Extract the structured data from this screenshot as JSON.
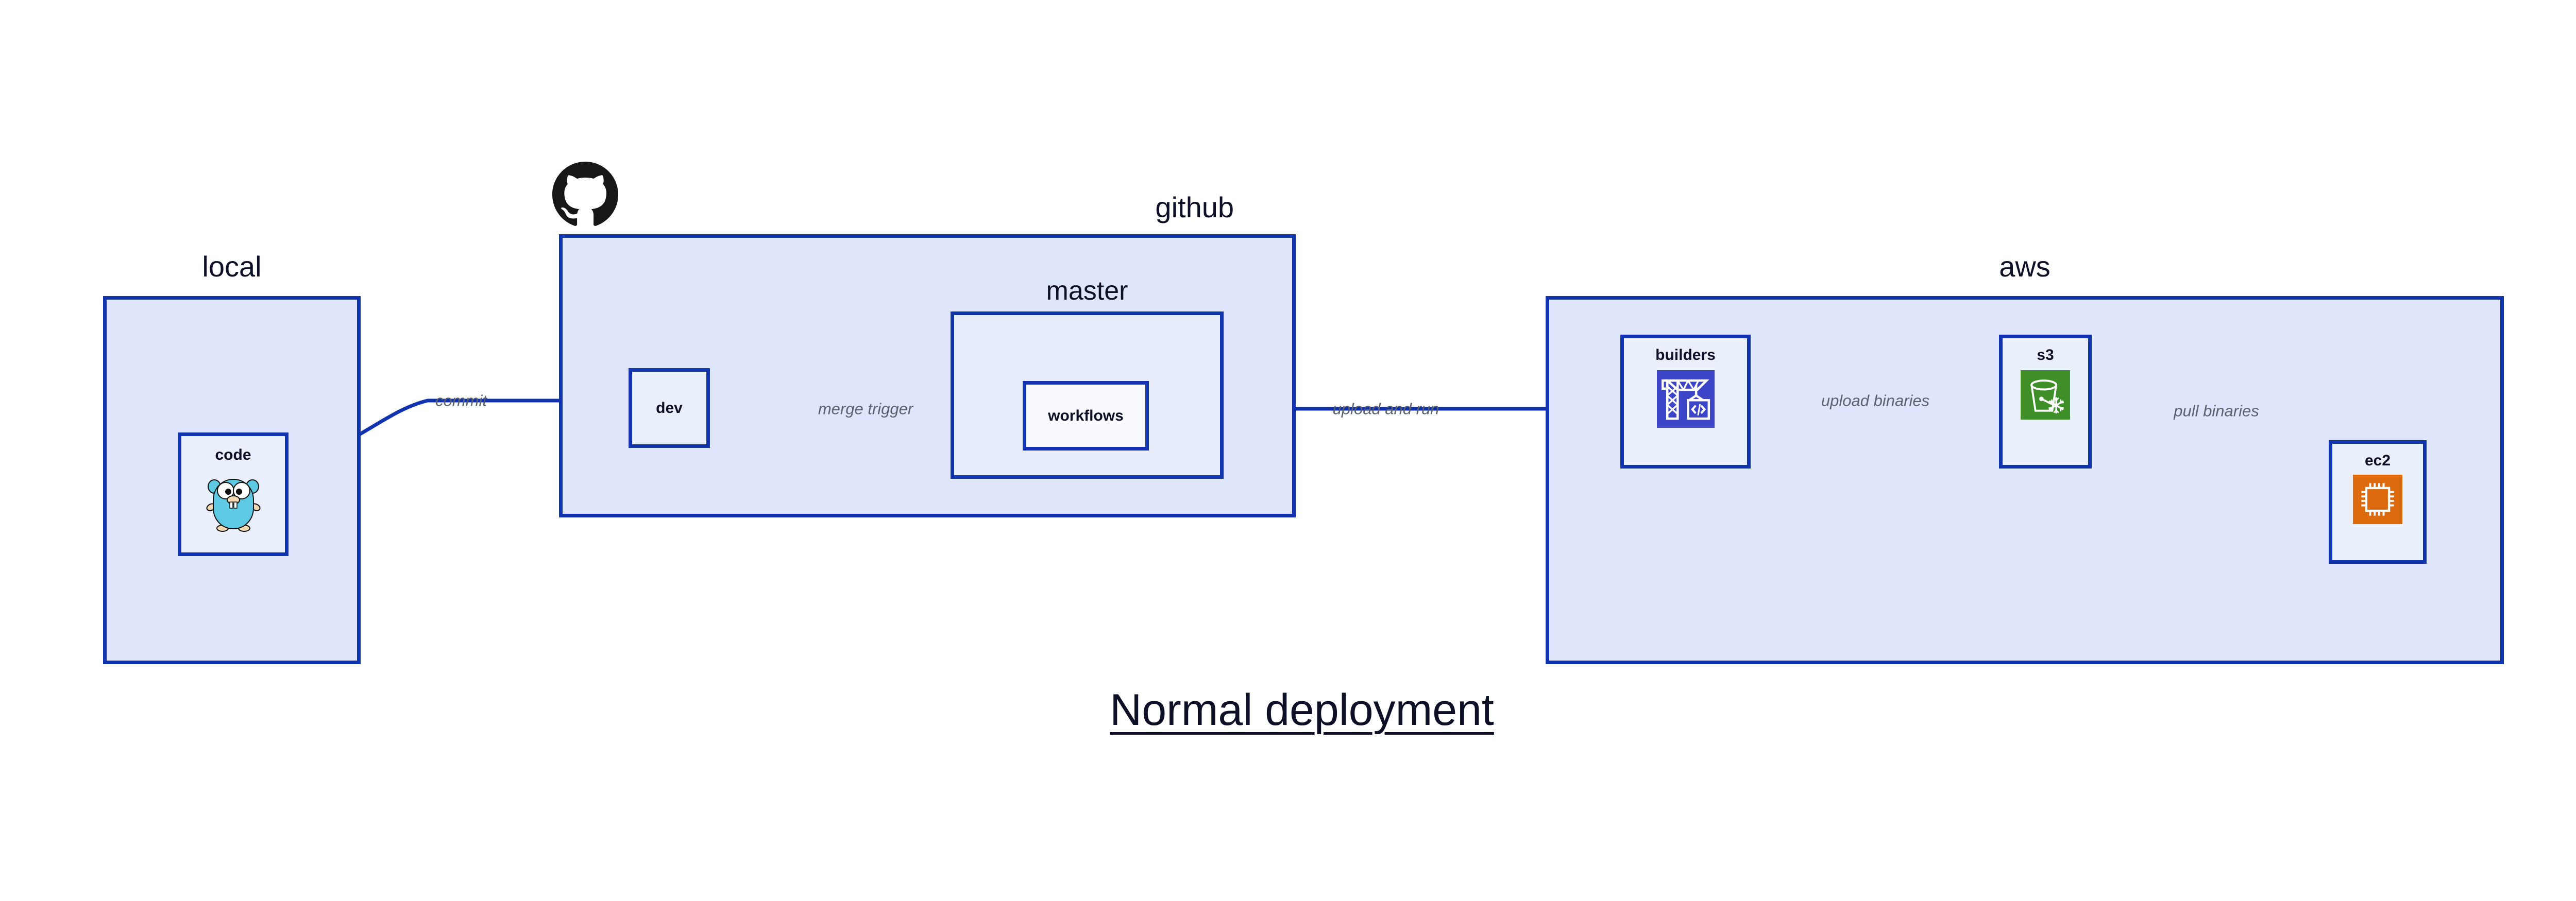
{
  "diagram": {
    "title": "Normal deployment",
    "palette": {
      "group_fill": "#dfe5fa",
      "subgroup_fill": "#e8edfc",
      "node_fill": "#eaeffc",
      "node_fill_white": "#f7f9fd",
      "border_blue": "#1233b0",
      "edge_blue": "#1233b0",
      "edge_label_gray": "#5b6170",
      "text_dark": "#0d1026",
      "builders_icon_bg": "#3c45c8",
      "s3_icon_bg": "#3f8f29",
      "ec2_icon_bg": "#dd6b0d",
      "gopher_body": "#5dc9e2",
      "octocat_black": "#181717"
    },
    "groups": [
      {
        "id": "local",
        "label": "local"
      },
      {
        "id": "github",
        "label": "github"
      },
      {
        "id": "master",
        "label": "master"
      },
      {
        "id": "aws",
        "label": "aws"
      }
    ],
    "nodes": [
      {
        "id": "code",
        "label": "code",
        "icon": "go-gopher-icon",
        "group": "local"
      },
      {
        "id": "dev",
        "label": "dev",
        "icon": null,
        "group": "github"
      },
      {
        "id": "workflows",
        "label": "workflows",
        "icon": null,
        "group": "master"
      },
      {
        "id": "builders",
        "label": "builders",
        "icon": "aws-builders-crane-icon",
        "group": "aws"
      },
      {
        "id": "s3",
        "label": "s3",
        "icon": "aws-s3-bucket-icon",
        "group": "aws"
      },
      {
        "id": "ec2",
        "label": "ec2",
        "icon": "aws-ec2-chip-icon",
        "group": "aws"
      }
    ],
    "edges": [
      {
        "id": "code-to-dev",
        "from": "code",
        "to": "dev",
        "label": "commit"
      },
      {
        "id": "dev-to-workflows",
        "from": "dev",
        "to": "workflows",
        "label": "merge trigger"
      },
      {
        "id": "workflows-to-builders",
        "from": "workflows",
        "to": "builders",
        "label": "upload and run"
      },
      {
        "id": "builders-to-s3",
        "from": "builders",
        "to": "s3",
        "label": "upload binaries"
      },
      {
        "id": "s3-to-ec2",
        "from": "s3",
        "to": "ec2",
        "label": "pull binaries"
      }
    ],
    "logos": [
      {
        "id": "github-octocat",
        "name": "github-octocat-logo"
      }
    ]
  }
}
